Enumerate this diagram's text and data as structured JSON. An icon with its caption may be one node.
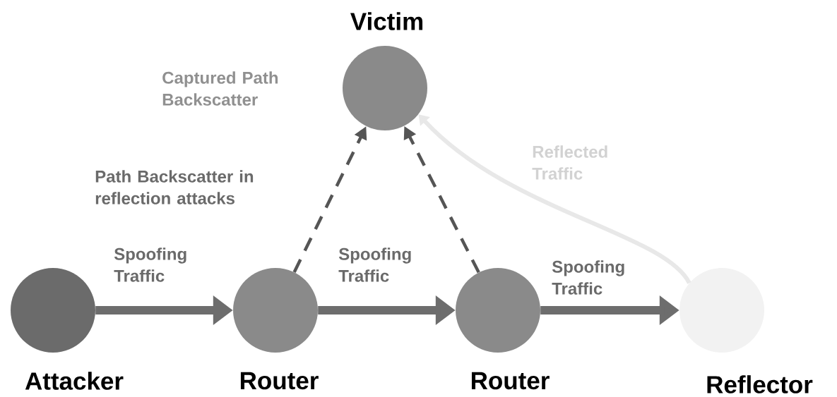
{
  "diagram": {
    "nodes": [
      {
        "text": [
          "Victim"
        ]
      },
      {
        "text": [
          "Attacker"
        ]
      },
      {
        "text": [
          "Router"
        ]
      },
      {
        "text": [
          "Router"
        ]
      },
      {
        "text": [
          "Reflector"
        ]
      }
    ],
    "edges": [
      {
        "from": 1,
        "to": 2,
        "arrow": "to",
        "style": "thick",
        "label": "Spoofing Traffic"
      },
      {
        "from": 2,
        "to": 3,
        "arrow": "to",
        "style": "thick",
        "label": "Spoofing Traffic"
      },
      {
        "from": 3,
        "to": 4,
        "arrow": "to",
        "style": "thick",
        "label": "Spoofing Traffic"
      },
      {
        "from": 2,
        "to": 0,
        "arrow": "to",
        "style": "dashed",
        "label": "Path Backscatter in reflection attacks"
      },
      {
        "from": 3,
        "to": 0,
        "arrow": "to",
        "style": "dashed"
      },
      {
        "from": 4,
        "to": 0,
        "arrow": "to",
        "color": "#e8e8e8",
        "label": "Reflected Traffic"
      }
    ],
    "labels": [
      "Captured Path Backscatter"
    ]
  }
}
